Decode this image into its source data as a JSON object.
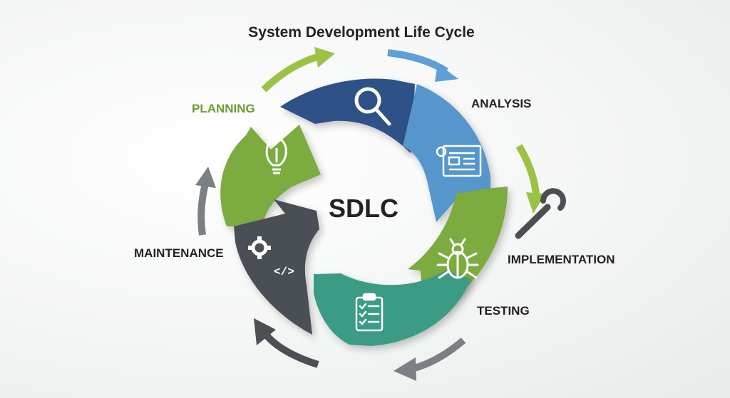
{
  "title": "System Development Life Cycle",
  "center_label": "SDLC",
  "phases": [
    {
      "key": "planning",
      "label": "PLANNING",
      "color": "#7cab3f",
      "icon": "lightbulb-icon"
    },
    {
      "key": "analysis",
      "label": "ANALYSIS",
      "color": "#5696cc",
      "icon": "blueprint-document-icon"
    },
    {
      "key": "implementation",
      "label": "IMPLEMENTATION",
      "color": "#7cab3f",
      "icon": "bug-icon"
    },
    {
      "key": "testing",
      "label": "TESTING",
      "color": "#3a9b84",
      "icon": "checklist-clipboard-icon"
    },
    {
      "key": "maintenance",
      "label": "MAINTENANCE",
      "color": "#4a5054",
      "icon": "gear-code-icon"
    },
    {
      "key": "design",
      "label": "",
      "color": "#2e5188",
      "icon": "magnifier-icon"
    }
  ],
  "colors": {
    "planning_label": "#6f9b33",
    "dark_label": "#222222",
    "outer_green_arrow": "#9bc244",
    "outer_blue_arrow": "#5e9fd6",
    "outer_gray_arrow": "#7a8084",
    "wrench": "#4a4f53"
  }
}
